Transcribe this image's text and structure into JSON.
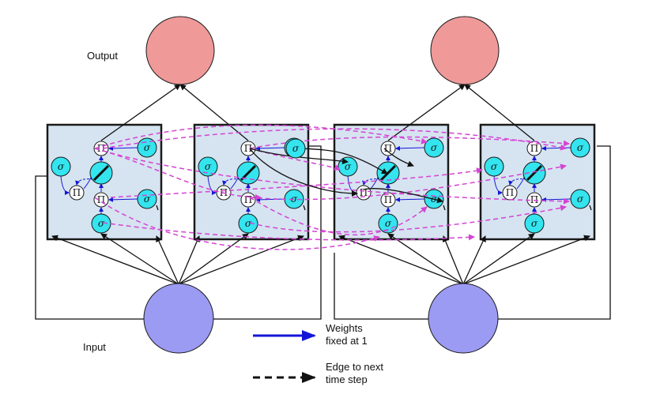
{
  "labels": {
    "output": "Output",
    "input": "Input",
    "gate_symbol": "σ",
    "mult_symbol": "Π"
  },
  "legend": {
    "weights_line1": "Weights",
    "weights_line2": "fixed at 1",
    "edge_line1": "Edge to next",
    "edge_line2": "time step"
  },
  "colors": {
    "output_node": "#ef9999",
    "input_node": "#9b9bf3",
    "cell_fill": "#d6e4f1",
    "gate_fill": "#34e4ee",
    "weight_edge": "#1515d8",
    "recurrent_edge": "#d444d4"
  },
  "cells": [
    {
      "id": "cell-1",
      "group": 1
    },
    {
      "id": "cell-2",
      "group": 1
    },
    {
      "id": "cell-3",
      "group": 2
    },
    {
      "id": "cell-4",
      "group": 2
    }
  ]
}
